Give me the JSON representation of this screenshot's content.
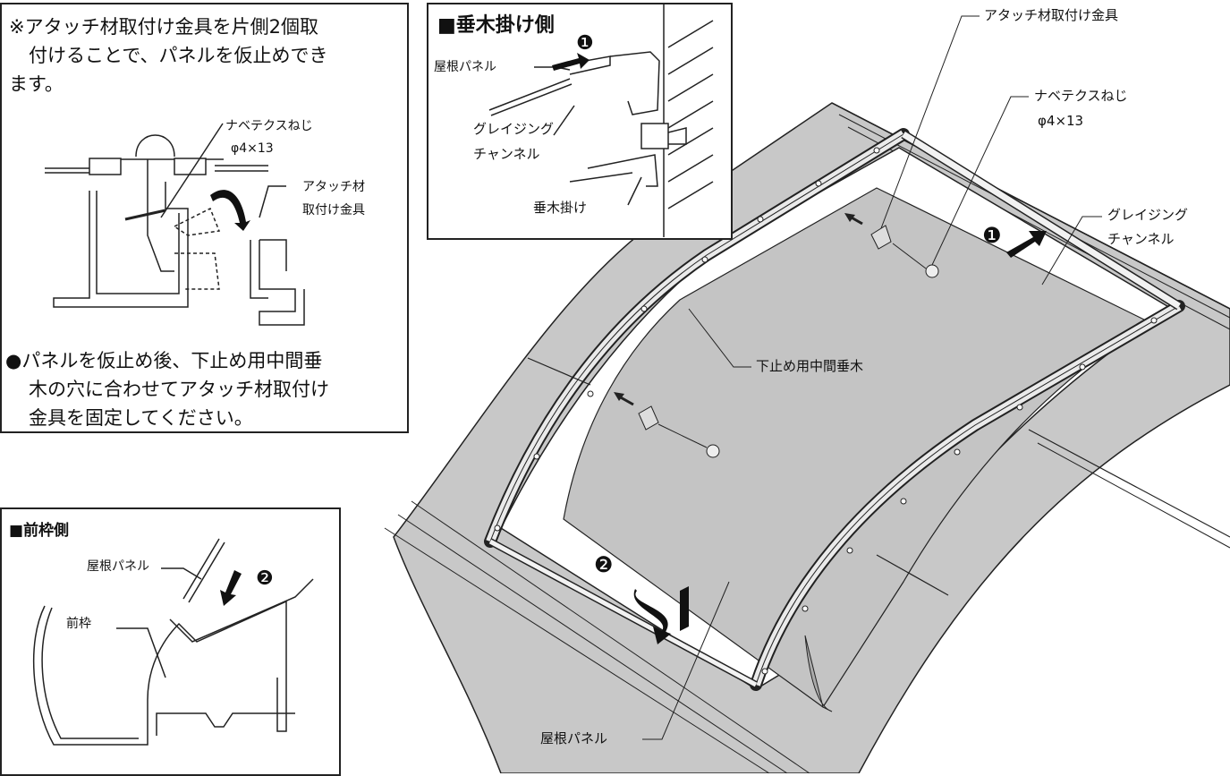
{
  "note_box": {
    "line1": "※アタッチ材取付け金具を片側2個取",
    "line2": "付けることで、パネルを仮止めでき",
    "line3": "ます。",
    "screw_label": "ナベテクスねじ",
    "screw_size": "φ4×13",
    "bracket_label_1": "アタッチ材",
    "bracket_label_2": "取付け金具",
    "bullet_line1": "●パネルを仮止め後、下止め用中間垂",
    "bullet_line2": "木の穴に合わせてアタッチ材取付け",
    "bullet_line3": "金具を固定してください。"
  },
  "rafter_box": {
    "title": "■垂木掛け側",
    "step_badge": "❶",
    "panel_label": "屋根パネル",
    "glazing_1": "グレイジング",
    "glazing_2": "チャンネル",
    "rafter_hanger": "垂木掛け"
  },
  "front_box": {
    "title": "■前枠側",
    "step_badge": "❷",
    "panel_label": "屋根パネル",
    "front_frame": "前枠"
  },
  "main": {
    "bracket_label": "アタッチ材取付け金具",
    "screw_label": "ナベテクスねじ",
    "screw_size": "φ4×13",
    "glazing_1": "グレイジング",
    "glazing_2": "チャンネル",
    "step1_badge": "❶",
    "step2_badge": "❷",
    "mid_rafter": "下止め用中間垂木",
    "roof_panel": "屋根パネル"
  }
}
